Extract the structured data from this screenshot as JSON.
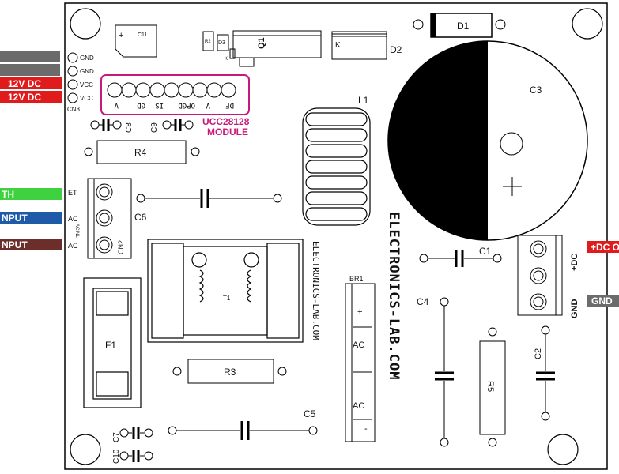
{
  "colors": {
    "board_outline": "#000000",
    "badge_gray": "#6b6b6b",
    "badge_red": "#e01b1b",
    "badge_green": "#3fd13f",
    "badge_blue": "#1f5aa8",
    "badge_brown": "#6b2e2a",
    "module_magenta": "#c8197a"
  },
  "left_badges": [
    {
      "text": "",
      "color": "gray"
    },
    {
      "text": "",
      "color": "gray"
    },
    {
      "text": "12V DC",
      "color": "red"
    },
    {
      "text": "12V DC",
      "color": "red"
    },
    {
      "text": "TH",
      "color": "green"
    },
    {
      "text": "NPUT",
      "color": "blue"
    },
    {
      "text": "NPUT",
      "color": "brown"
    }
  ],
  "right_badges": [
    {
      "text": "+DC O",
      "color": "red"
    },
    {
      "text": "GND",
      "color": "gray"
    }
  ],
  "cn3": {
    "pins": [
      "GND",
      "GND",
      "VCC",
      "VCC"
    ],
    "label": "CN3"
  },
  "module": {
    "pins": [
      "DF",
      "V",
      "OPGD",
      "IS",
      "GD",
      "V"
    ],
    "line1": "UCC28128",
    "line2": "MODULE"
  },
  "cn2": {
    "pins": [
      "ET",
      "AC",
      "AC"
    ],
    "sub": "ACINL",
    "label": "CN2"
  },
  "cn_out": {
    "pins": [
      "+DC",
      "GND"
    ]
  },
  "components": {
    "c11": "C11",
    "r2": "R2",
    "d3": "D3",
    "q1": "Q1",
    "k_q1": "K",
    "d1": "D1",
    "d2": "D2",
    "k_d2": "K",
    "c3": "C3",
    "l1": "L1",
    "c8": "C8",
    "c9": "C9",
    "r4": "R4",
    "c6": "C6",
    "t1": "T1",
    "f1": "F1",
    "r3": "R3",
    "c5": "C5",
    "c7": "C7",
    "c10": "C10",
    "br1": "BR1",
    "br1_plus": "+",
    "br1_ac1": "AC",
    "br1_ac2": "AC",
    "br1_minus": "-",
    "c1": "C1",
    "c4": "C4",
    "r5": "R5",
    "c2": "C2",
    "c3_plus": "+",
    "c11_plus": "+"
  },
  "watermark_big": "ELECTRONICS-LAB.COM",
  "watermark_small": "ELECTRONICS-LAB.COM"
}
